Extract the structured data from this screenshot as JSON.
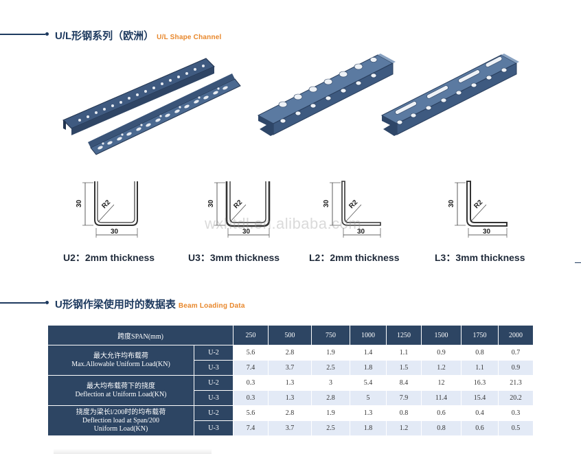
{
  "section1": {
    "title_cn": "U/L形钢系列（欧洲）",
    "title_en": "U/L Shape Channel"
  },
  "profiles": [
    {
      "name": "U2",
      "caption": "U2：2mm thickness",
      "height_label": "30",
      "width_label": "30",
      "radius_label": "R2"
    },
    {
      "name": "U3",
      "caption": "U3：3mm thickness",
      "height_label": "30",
      "width_label": "30",
      "radius_label": "R2"
    },
    {
      "name": "L2",
      "caption": "L2：2mm thickness",
      "height_label": "30",
      "width_label": "30",
      "radius_label": "R2"
    },
    {
      "name": "L3",
      "caption": "L3：3mm thickness",
      "height_label": "30",
      "width_label": "30",
      "radius_label": "R2"
    }
  ],
  "watermark": "wxhtdl.en.alibaba.com",
  "section2": {
    "title_cn": "U形钢作梁使用时的数据表",
    "title_en": "Beam Loading Data"
  },
  "table": {
    "span_header": "跨度SPAN(mm)",
    "spans": [
      "250",
      "500",
      "750",
      "1000",
      "1250",
      "1500",
      "1750",
      "2000"
    ],
    "groups": [
      {
        "label_cn": "最大允许均布载荷",
        "label_en": "Max.Allowable Uniform Load(KN)",
        "rows": [
          {
            "type": "U-2",
            "values": [
              "5.6",
              "2.8",
              "1.9",
              "1.4",
              "1.1",
              "0.9",
              "0.8",
              "0.7"
            ]
          },
          {
            "type": "U-3",
            "values": [
              "7.4",
              "3.7",
              "2.5",
              "1.8",
              "1.5",
              "1.2",
              "1.1",
              "0.9"
            ]
          }
        ]
      },
      {
        "label_cn": "最大均布载荷下的挠度",
        "label_en": "Deflection at Uniform Load(KN)",
        "rows": [
          {
            "type": "U-2",
            "values": [
              "0.3",
              "1.3",
              "3",
              "5.4",
              "8.4",
              "12",
              "16.3",
              "21.3"
            ]
          },
          {
            "type": "U-3",
            "values": [
              "0.3",
              "1.3",
              "2.8",
              "5",
              "7.9",
              "11.4",
              "15.4",
              "20.2"
            ]
          }
        ]
      },
      {
        "label_cn": "挠度为梁长l/200时的均布载荷",
        "label_en": "Deflection load at Span/200",
        "label_en2": "Uniform Load(KN)",
        "rows": [
          {
            "type": "U-2",
            "values": [
              "5.6",
              "2.8",
              "1.9",
              "1.3",
              "0.8",
              "0.6",
              "0.4",
              "0.3"
            ]
          },
          {
            "type": "U-3",
            "values": [
              "7.4",
              "3.7",
              "2.5",
              "1.8",
              "1.2",
              "0.8",
              "0.6",
              "0.5"
            ]
          }
        ]
      }
    ]
  },
  "colors": {
    "navy": "#1e3a5f",
    "table_header": "#2d4563",
    "accent_orange": "#e8872b",
    "steel_blue": "#4c6a8f",
    "row_tint": "#e3eaf6"
  }
}
